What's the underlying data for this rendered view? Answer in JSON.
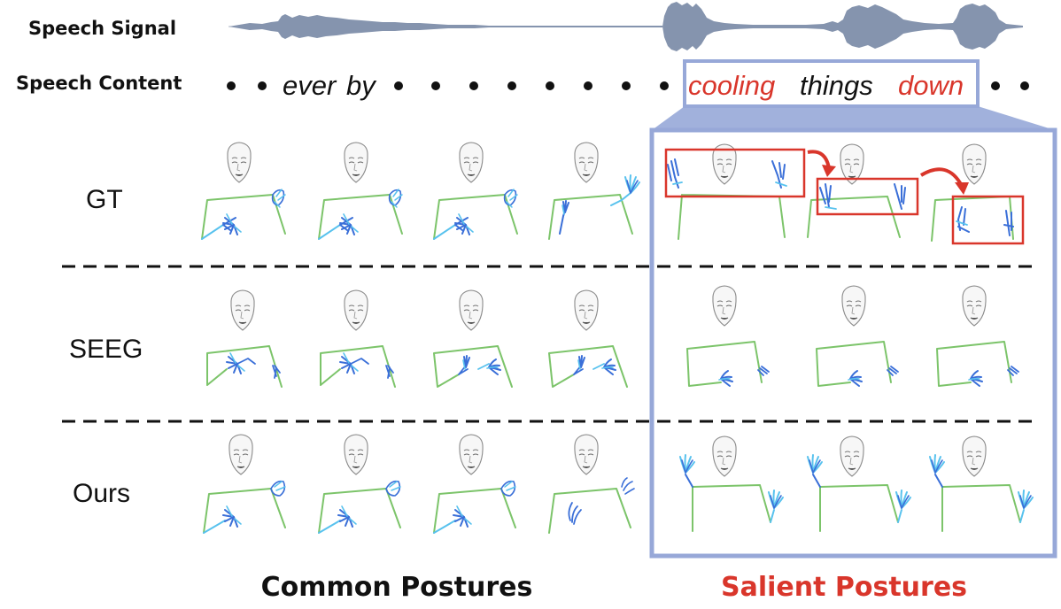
{
  "labels": {
    "speech_signal": "Speech Signal",
    "speech_content": "Speech Content",
    "common_postures": "Common Postures",
    "salient_postures": "Salient Postures"
  },
  "words": [
    {
      "text": "ever",
      "emphasis": false
    },
    {
      "text": "by",
      "emphasis": false
    },
    {
      "text": "cooling",
      "emphasis": true
    },
    {
      "text": "things",
      "emphasis": false
    },
    {
      "text": "down",
      "emphasis": true
    }
  ],
  "rows": [
    {
      "label": "GT"
    },
    {
      "label": "SEEG"
    },
    {
      "label": "Ours"
    }
  ],
  "colors": {
    "waveform": "#8594ae",
    "highlight": "#97a8d8",
    "emphasis_red": "#d9362b",
    "body": "#7cc46a",
    "hand_dark": "#3a6fd8",
    "hand_light": "#58c2ee",
    "face": "#8a8a8a"
  }
}
